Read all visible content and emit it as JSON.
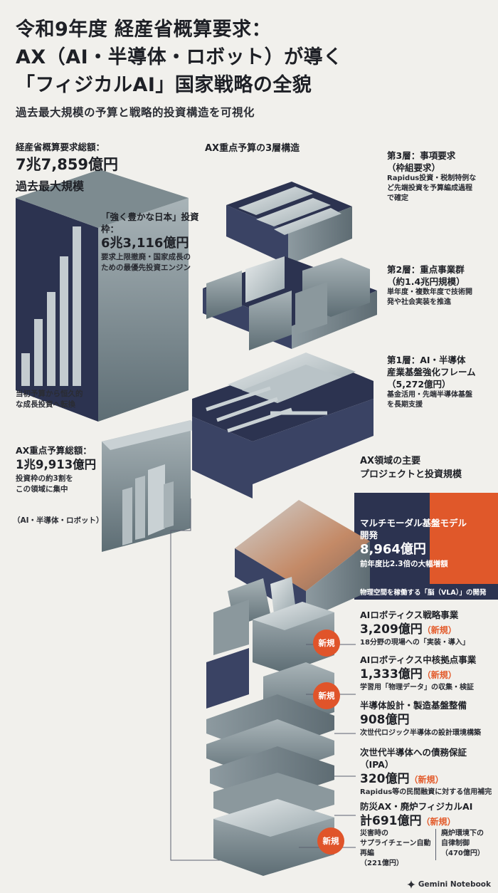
{
  "header": {
    "title_line1": "令和9年度 経産省概算要求：",
    "title_line2": "AX（AI・半導体・ロボット）が導く",
    "title_line3": "「フィジカルAI」国家戦略の全貌",
    "subtitle": "過去最大規模の予算と戦略的投資構造を可視化"
  },
  "total": {
    "label": "経産省概算要求総額：",
    "amount": "7兆7,859億円",
    "note": "過去最大規模"
  },
  "strong_japan": {
    "label": "「強く豊かな日本」投資枠：",
    "amount": "6兆3,116億円",
    "desc_line1": "要求上限撤廃・国家成長の",
    "desc_line2": "ための最優先投資エンジン"
  },
  "shift": {
    "line1": "当初予算から恒久的",
    "line2": "な成長投資へ転換"
  },
  "ax_total": {
    "label": "AX重点予算総額：",
    "amount": "1兆9,913億円",
    "desc_line1": "投資枠の約3割を",
    "desc_line2": "この領域に集中",
    "scope": "（AI・半導体・ロボット）"
  },
  "layers": {
    "heading": "AX重点予算の3層構造",
    "layer3_title1": "第3層：事項要求",
    "layer3_title2": "（枠組要求）",
    "layer3_desc1": "Rapidus投資・税制特例な",
    "layer3_desc2": "ど先端投資を予算編成過程",
    "layer3_desc3": "で確定",
    "layer2_title1": "第2層：重点事業群",
    "layer2_title2": "（約1.4兆円規模）",
    "layer2_desc1": "単年度・複数年度で技術開",
    "layer2_desc2": "発や社会実装を推進",
    "layer1_title1": "第1層：AI・半導体",
    "layer1_title2": "産業基盤強化フレーム",
    "layer1_title3": "（5,272億円）",
    "layer1_desc1": "基金活用・先端半導体基盤",
    "layer1_desc2": "を長期支援"
  },
  "projects_heading": {
    "line1": "AX領域の主要",
    "line2": "プロジェクトと投資規模"
  },
  "projects": {
    "p1_title1": "マルチモーダル基盤モデル",
    "p1_title2": "開発",
    "p1_amount": "8,964億円",
    "p1_desc": "前年度比2.3倍の大幅増額",
    "p1_sub": "物理空間を稼働する「脳（VLA）」の開発",
    "p2_title": "AIロボティクス戦略事業",
    "p2_amount": "3,209億円",
    "p2_new": "（新規）",
    "p2_desc": "18分野の現場への「実装・導入」",
    "p3_title": "AIロボティクス中核拠点事業",
    "p3_amount": "1,333億円",
    "p3_new": "（新規）",
    "p3_desc": "学習用「物理データ」の収集・検証",
    "p4_title": "半導体設計・製造基盤整備",
    "p4_amount": "908億円",
    "p4_desc": "次世代ロジック半導体の設計環境構築",
    "p5_title": "次世代半導体への債務保証（IPA）",
    "p5_amount": "320億円",
    "p5_new": "（新規）",
    "p5_desc": "Rapidus等の民間融資に対する信用補完",
    "p6_title": "防災AX・廃炉フィジカルAI",
    "p6_amount": "計691億円",
    "p6_new": "（新規）",
    "p6_a1": "災害時の",
    "p6_a2": "サプライチェーン自動再編",
    "p6_a3": "（221億円）",
    "p6_b1": "廃炉環境下の",
    "p6_b2": "自律制御",
    "p6_b3": "（470億円）"
  },
  "badges": {
    "new": "新規"
  },
  "footer": {
    "brand": "Gemini Notebook"
  },
  "colors": {
    "accent": "#e0542a",
    "navy": "#2c3350",
    "steel": "#7f8f95"
  }
}
